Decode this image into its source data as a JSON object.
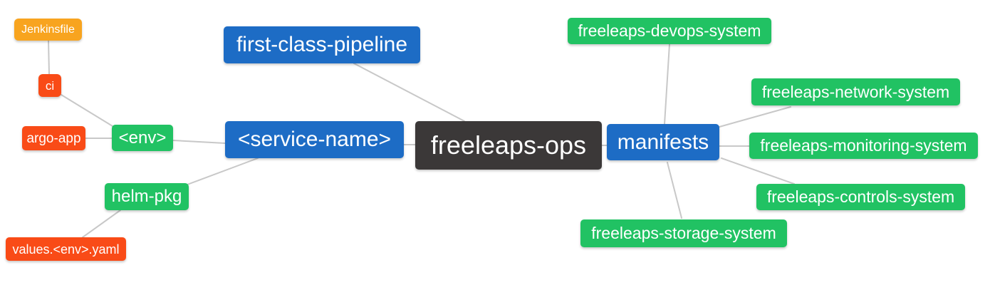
{
  "diagram": {
    "type": "mindmap",
    "root": "freeleaps-ops",
    "nodes": [
      {
        "id": "jenkinsfile",
        "label": "Jenkinsfile",
        "role": "leaf-amber"
      },
      {
        "id": "ci",
        "label": "ci",
        "role": "leaf-red"
      },
      {
        "id": "argo-app",
        "label": "argo-app",
        "role": "leaf-red"
      },
      {
        "id": "env",
        "label": "<env>",
        "role": "secondary"
      },
      {
        "id": "helm-pkg",
        "label": "helm-pkg",
        "role": "secondary"
      },
      {
        "id": "values-env-yaml",
        "label": "values.<env>.yaml",
        "role": "leaf-red"
      },
      {
        "id": "first-class-pipeline",
        "label": "first-class-pipeline",
        "role": "primary"
      },
      {
        "id": "service-name",
        "label": "<service-name>",
        "role": "primary"
      },
      {
        "id": "freeleaps-ops",
        "label": "freeleaps-ops",
        "role": "root"
      },
      {
        "id": "manifests",
        "label": "manifests",
        "role": "primary"
      },
      {
        "id": "devops-system",
        "label": "freeleaps-devops-system",
        "role": "secondary"
      },
      {
        "id": "network-system",
        "label": "freeleaps-network-system",
        "role": "secondary"
      },
      {
        "id": "monitoring-system",
        "label": "freeleaps-monitoring-system",
        "role": "secondary"
      },
      {
        "id": "controls-system",
        "label": "freeleaps-controls-system",
        "role": "secondary"
      },
      {
        "id": "storage-system",
        "label": "freeleaps-storage-system",
        "role": "secondary"
      }
    ],
    "edges": [
      {
        "from": "ci",
        "to": "jenkinsfile"
      },
      {
        "from": "env",
        "to": "ci"
      },
      {
        "from": "env",
        "to": "argo-app"
      },
      {
        "from": "service-name",
        "to": "env"
      },
      {
        "from": "service-name",
        "to": "helm-pkg"
      },
      {
        "from": "helm-pkg",
        "to": "values-env-yaml"
      },
      {
        "from": "freeleaps-ops",
        "to": "first-class-pipeline"
      },
      {
        "from": "freeleaps-ops",
        "to": "service-name"
      },
      {
        "from": "freeleaps-ops",
        "to": "manifests"
      },
      {
        "from": "manifests",
        "to": "devops-system"
      },
      {
        "from": "manifests",
        "to": "network-system"
      },
      {
        "from": "manifests",
        "to": "monitoring-system"
      },
      {
        "from": "manifests",
        "to": "controls-system"
      },
      {
        "from": "manifests",
        "to": "storage-system"
      }
    ]
  },
  "colors": {
    "canvas": "#ffffff",
    "text": "#ffffff",
    "edge": "#c8c8c8",
    "root_bg": "#3b3838",
    "primary_bg": "#1d6cc5",
    "secondary_bg": "#21c263",
    "leaf_red_bg": "#f94b17",
    "leaf_amber_bg": "#f8a41f"
  }
}
